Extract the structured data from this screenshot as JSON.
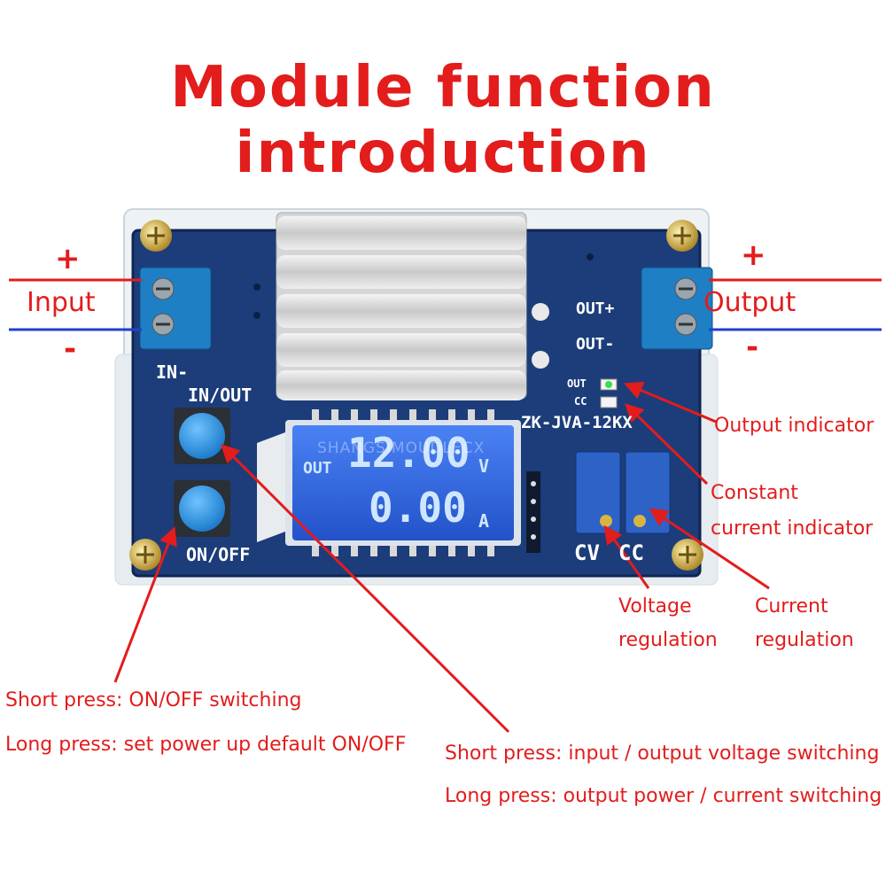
{
  "title": "Module function introduction",
  "input": {
    "plus": "+",
    "label": "Input",
    "minus": "-"
  },
  "output": {
    "plus": "+",
    "label": "Output",
    "minus": "-"
  },
  "board": {
    "in_minus": "IN-",
    "in_out": "IN/OUT",
    "on_off": "ON/OFF",
    "out_plus": "OUT+",
    "out_minus": "OUT-",
    "led_out": "OUT",
    "led_cc": "CC",
    "model": "ZK-JVA-12KX",
    "cv": "CV",
    "cc": "CC",
    "watermark": "SHANGSIMOUDLECX"
  },
  "lcd": {
    "mode": "OUT",
    "voltage": "12.00",
    "voltage_unit": "V",
    "current": "0.00",
    "current_unit": "A"
  },
  "annotations": {
    "output_indicator": "Output indicator",
    "cc_indicator_1": "Constant",
    "cc_indicator_2": "current indicator",
    "voltage_reg_1": "Voltage",
    "voltage_reg_2": "regulation",
    "current_reg_1": "Current",
    "current_reg_2": "regulation",
    "onoff_short": "Short press: ON/OFF switching",
    "onoff_long": "Long press: set power up default ON/OFF",
    "inout_short": "Short press: input / output voltage switching",
    "inout_long": "Long press: output power / current switching"
  },
  "colors": {
    "annotation": "#e31c1c",
    "wire_plus": "#e31c1c",
    "wire_minus": "#1f3fd1",
    "pcb": "#1c3d7a",
    "lcd": "#2f62e0"
  }
}
